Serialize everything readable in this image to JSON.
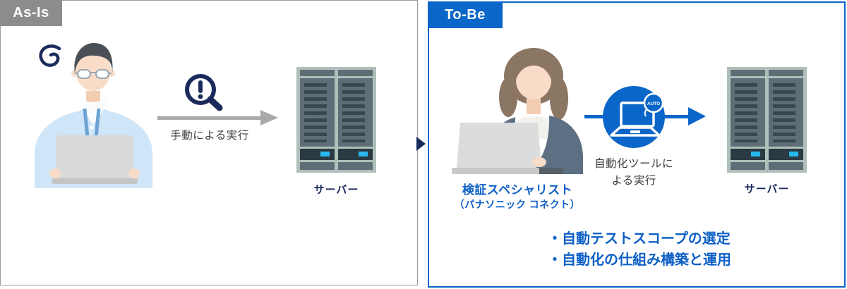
{
  "as_is": {
    "tag": "As-Is",
    "arrow_label": "手動による実行",
    "server_label": "サーバー",
    "icons": {
      "person": "confused-man-at-laptop",
      "confusion": "squiggle-icon",
      "flow": "magnifier-exclamation-icon"
    }
  },
  "to_be": {
    "tag": "To-Be",
    "person_label_1": "検証スペシャリスト",
    "person_label_2": "（パナソニック コネクト）",
    "flow_label_1": "自動化ツールに",
    "flow_label_2": "よる実行",
    "auto_badge": "AUTO",
    "server_label": "サーバー",
    "bullets": [
      "・自動テストスコープの選定",
      "・自動化の仕組み構築と運用"
    ],
    "icons": {
      "person": "woman-specialist-at-laptop",
      "flow": "automation-laptop-circle-icon"
    }
  },
  "colors": {
    "accent_blue": "#0a66c8",
    "text_blue": "#0e60c6",
    "navy": "#1b2b5c",
    "tag_gray": "#8c8c8c",
    "arrow_gray": "#a9a9a9",
    "server_frame": "#aec0b9",
    "led_cyan": "#29b7ef"
  }
}
